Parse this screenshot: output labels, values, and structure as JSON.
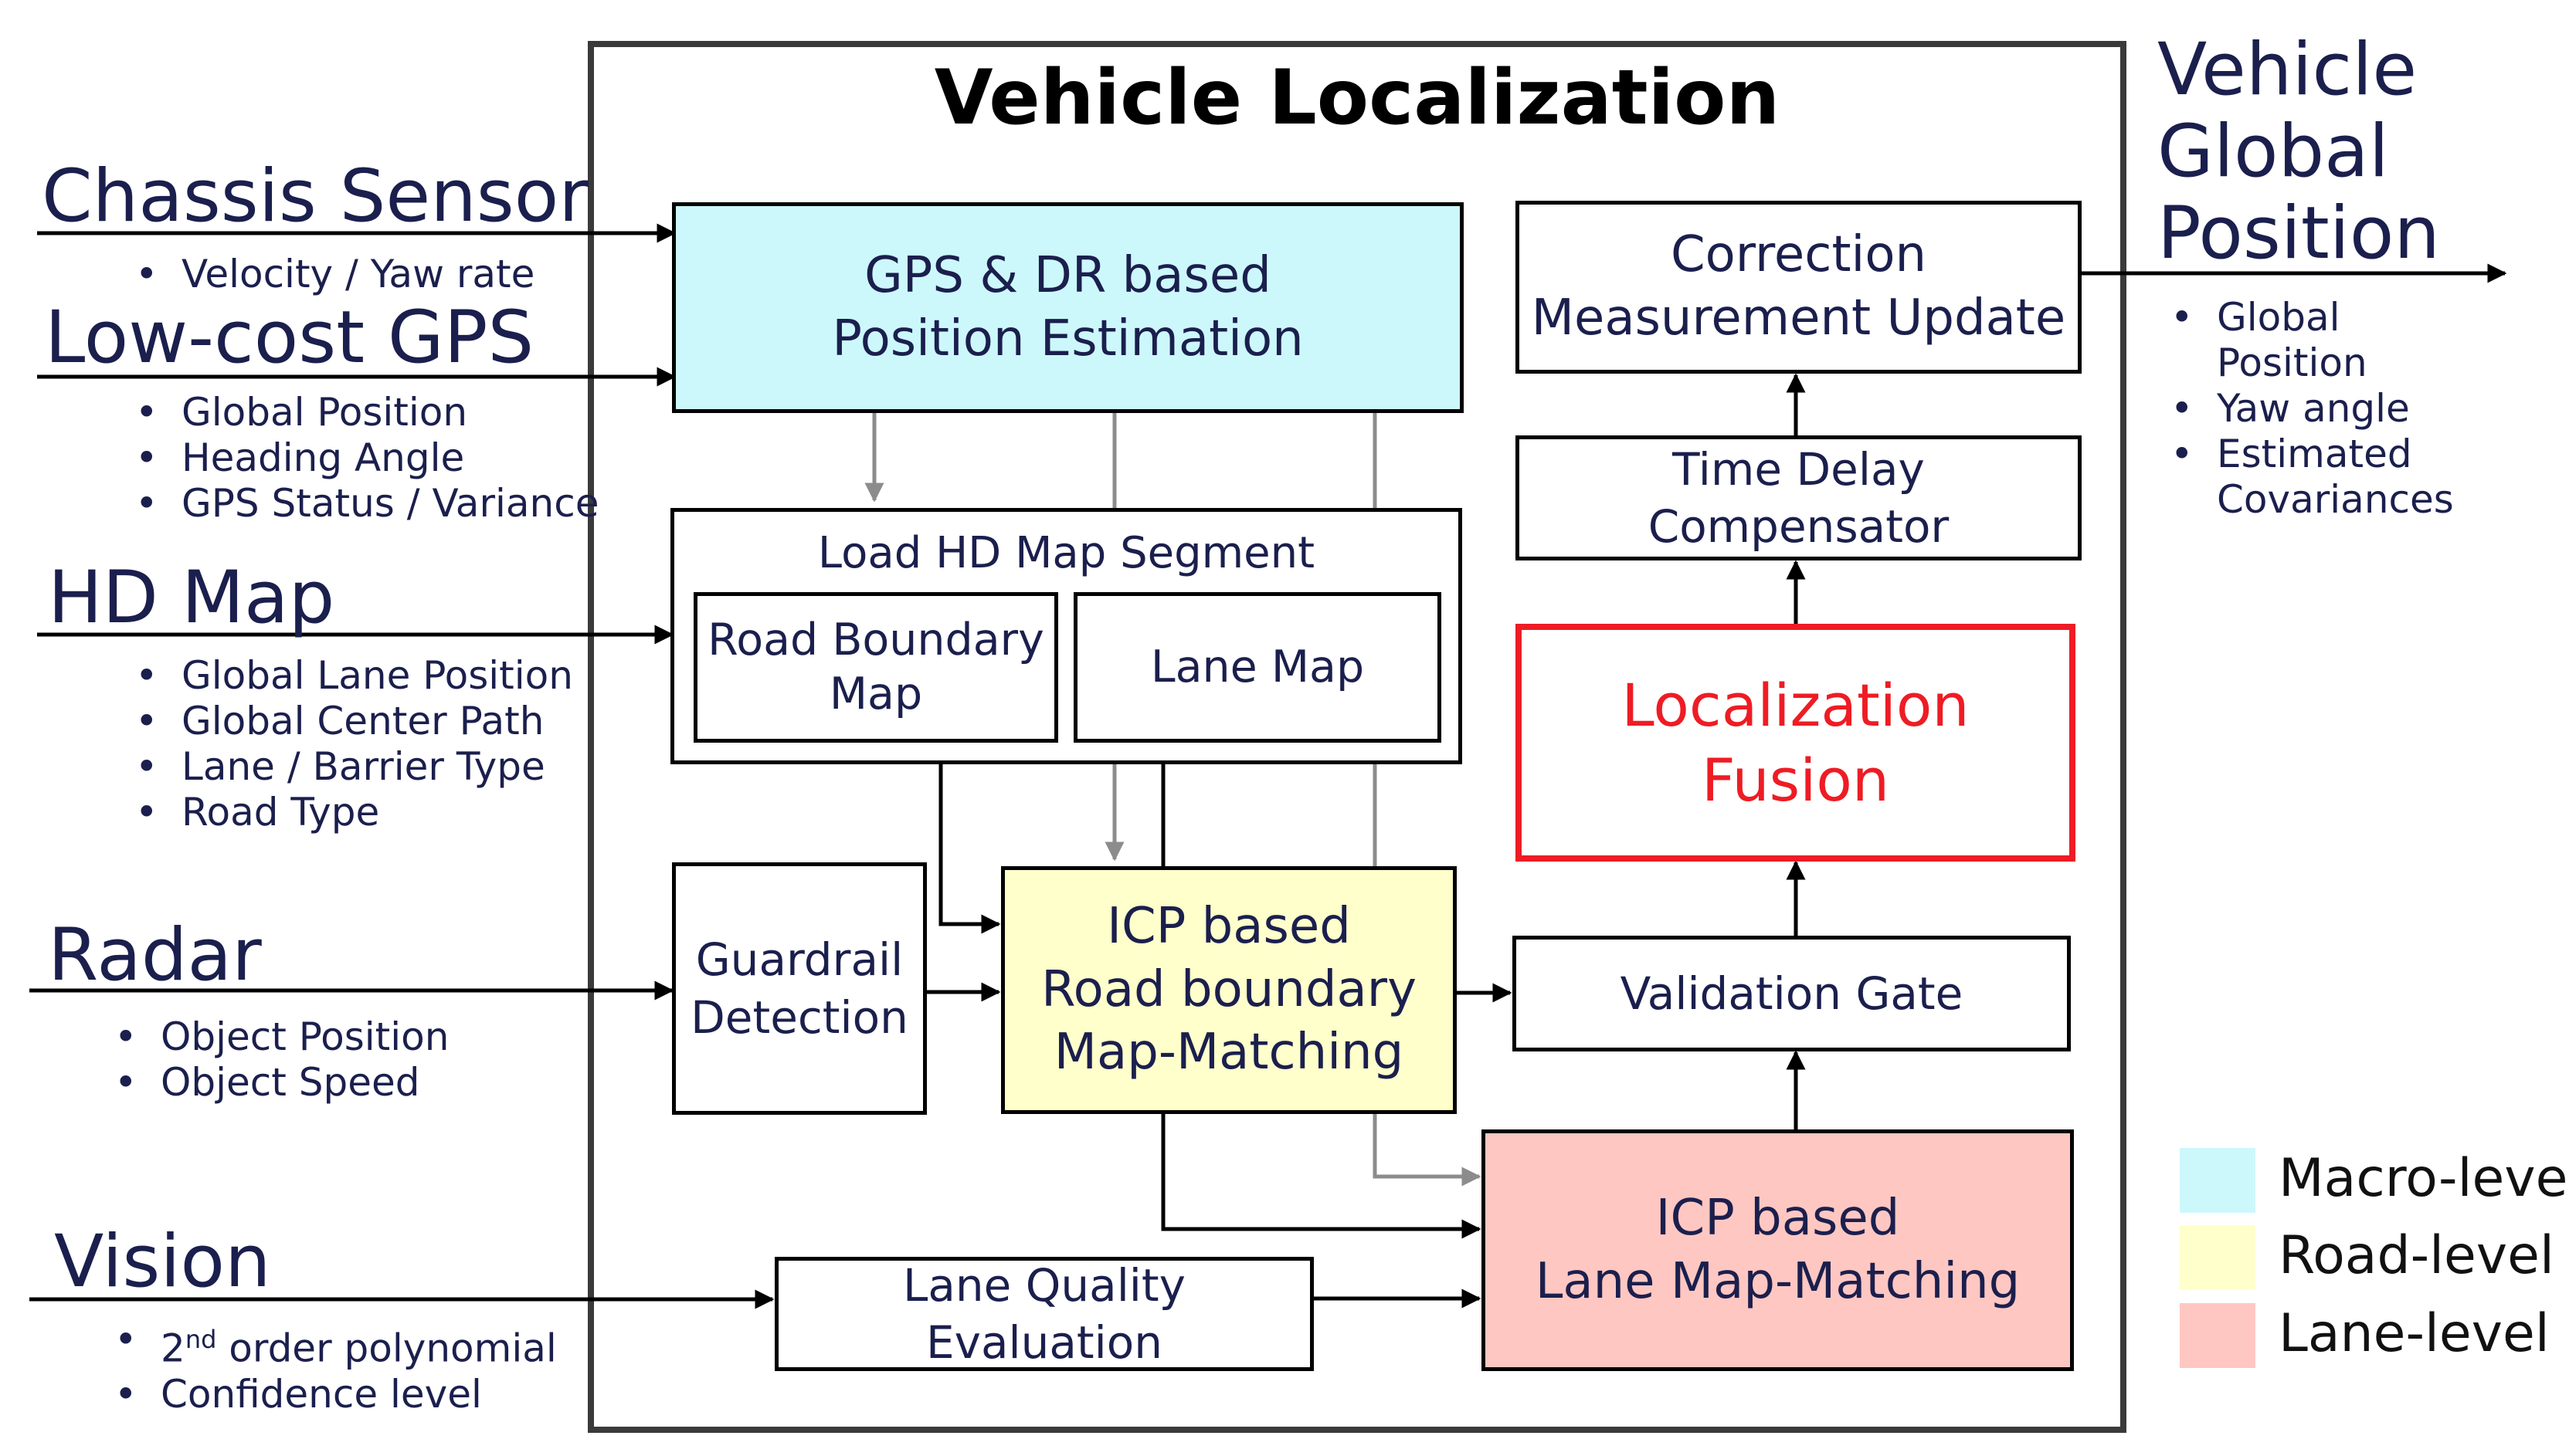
{
  "title": "Vehicle Localization",
  "inputs": [
    {
      "id": "chassis",
      "title": "Chassis Sensor",
      "items": [
        "Velocity / Yaw rate"
      ]
    },
    {
      "id": "gps",
      "title": "Low-cost GPS",
      "items": [
        "Global Position",
        "Heading Angle",
        "GPS Status / Variance"
      ]
    },
    {
      "id": "hdmap",
      "title": "HD Map",
      "items": [
        "Global Lane Position",
        "Global Center Path",
        "Lane / Barrier Type",
        "Road Type"
      ]
    },
    {
      "id": "radar",
      "title": "Radar",
      "items": [
        "Object Position",
        "Object Speed"
      ]
    },
    {
      "id": "vision",
      "title": "Vision",
      "items": [
        "2nd order polynomial",
        "Confidence level"
      ],
      "superscript_first": {
        "base": "2",
        "sup": "nd",
        "rest": " order polynomial"
      }
    }
  ],
  "output": {
    "title_lines": [
      "Vehicle",
      "Global",
      "Position"
    ],
    "items": [
      [
        "Global",
        "Position"
      ],
      [
        "Yaw angle"
      ],
      [
        "Estimated",
        "Covariances"
      ]
    ]
  },
  "blocks": {
    "gps_dr": {
      "lines": [
        "GPS & DR based",
        "Position Estimation"
      ],
      "fill": "#ccf8fc",
      "level": "macro"
    },
    "hd_segment": {
      "label": "Load HD Map Segment"
    },
    "road_boundary_map": {
      "lines": [
        "Road Boundary",
        "Map"
      ]
    },
    "lane_map": {
      "lines": [
        "Lane Map"
      ]
    },
    "guardrail": {
      "lines": [
        "Guardrail",
        "Detection"
      ]
    },
    "icp_road": {
      "lines": [
        "ICP based",
        "Road boundary",
        "Map-Matching"
      ],
      "fill": "#ffffcc",
      "level": "road"
    },
    "lane_quality": {
      "lines": [
        "Lane Quality Evaluation"
      ]
    },
    "icp_lane": {
      "lines": [
        "ICP based",
        "Lane Map-Matching"
      ],
      "fill": "#ffc7c2",
      "level": "lane"
    },
    "correction": {
      "lines": [
        "Correction",
        "Measurement Update"
      ]
    },
    "time_delay": {
      "lines": [
        "Time Delay Compensator"
      ]
    },
    "fusion": {
      "lines": [
        "Localization",
        "Fusion"
      ],
      "border": "#ee1c24",
      "text_color": "#ee1c24"
    },
    "validation": {
      "lines": [
        "Validation Gate"
      ]
    }
  },
  "legend": [
    {
      "label": "Macro-level",
      "color": "#ccf8fc"
    },
    {
      "label": "Road-level",
      "color": "#ffffcc"
    },
    {
      "label": "Lane-level",
      "color": "#ffc7c2"
    }
  ],
  "colors": {
    "line": "#000000",
    "grey_arrow": "#8c8c8c",
    "text": "#1b1f4d",
    "fusion": "#ee1c24"
  }
}
